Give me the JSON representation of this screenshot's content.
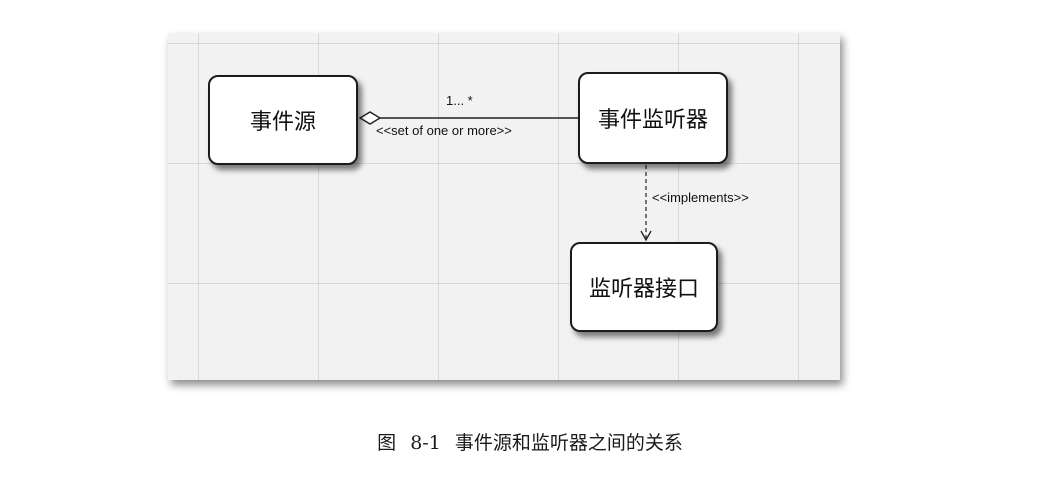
{
  "diagram": {
    "nodes": {
      "event_source": "事件源",
      "event_listener": "事件监听器",
      "listener_interface": "监听器接口"
    },
    "edges": {
      "aggregation_multiplicity": "1... *",
      "aggregation_stereotype": "<<set of one or more>>",
      "realization_stereotype": "<<implements>>"
    }
  },
  "caption": "图 8-1   事件源和监听器之间的关系"
}
